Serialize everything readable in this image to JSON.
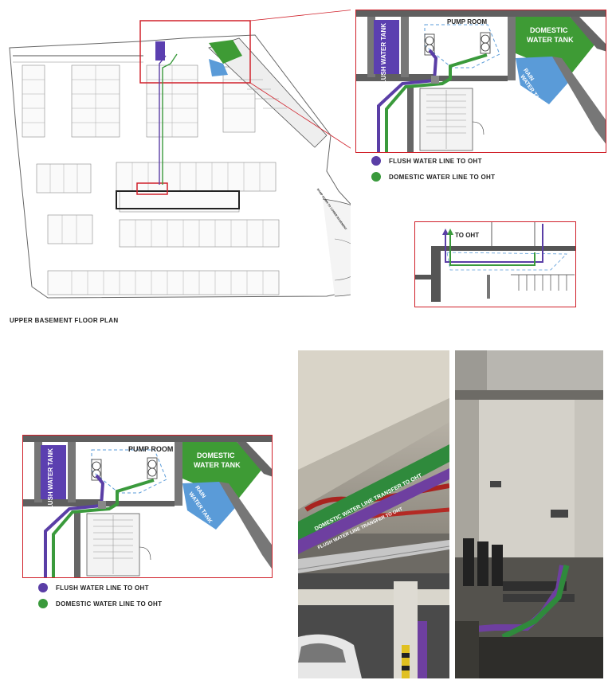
{
  "colors": {
    "flush_line": "#5a3ea6",
    "domestic_line": "#3a9a3c",
    "flush_tank": "#5b3fb0",
    "domestic_tank": "#3e9b35",
    "rain_tank": "#5a9bd8",
    "frame": "#d0202a"
  },
  "plan": {
    "caption": "UPPER BASEMENT FLOOR PLAN",
    "ramp_label": "RAMP DOWN TO LOWER BASEMENT"
  },
  "zoom_detail": {
    "pump_room": "PUMP ROOM",
    "flush_tank": "FLUSH WATER TANK",
    "domestic_tank_l1": "DOMESTIC",
    "domestic_tank_l2": "WATER TANK",
    "rain_tank_l1": "RAIN",
    "rain_tank_l2": "WATER TANK"
  },
  "legend": {
    "flush": "FLUSH WATER LINE TO OHT",
    "domestic": "DOMESTIC WATER LINE TO OHT"
  },
  "section": {
    "label": "TO OHT"
  },
  "photo_left": {
    "pipe_text_green": "DOMESTIC WATER LINE TRANSFER TO OHT",
    "pipe_text_purple": "FLUSH WATER LINE TRANSFER TO OHT"
  }
}
